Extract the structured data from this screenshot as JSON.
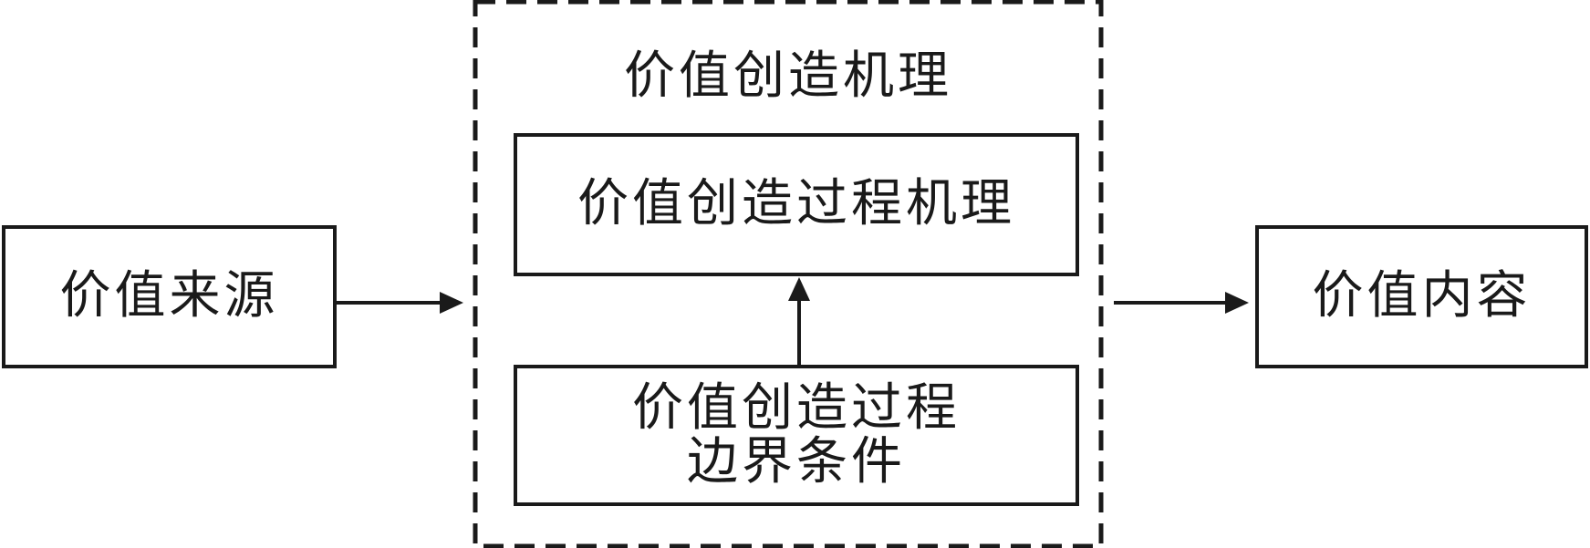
{
  "diagram": {
    "source": {
      "label": "价值来源"
    },
    "mechanism": {
      "title": "价值创造机理",
      "process": {
        "label": "价值创造过程机理"
      },
      "boundary": {
        "line1": "价值创造过程",
        "line2": "边界条件"
      }
    },
    "content": {
      "label": "价值内容"
    }
  },
  "colors": {
    "stroke": "#1a1a1a",
    "background": "#ffffff"
  }
}
